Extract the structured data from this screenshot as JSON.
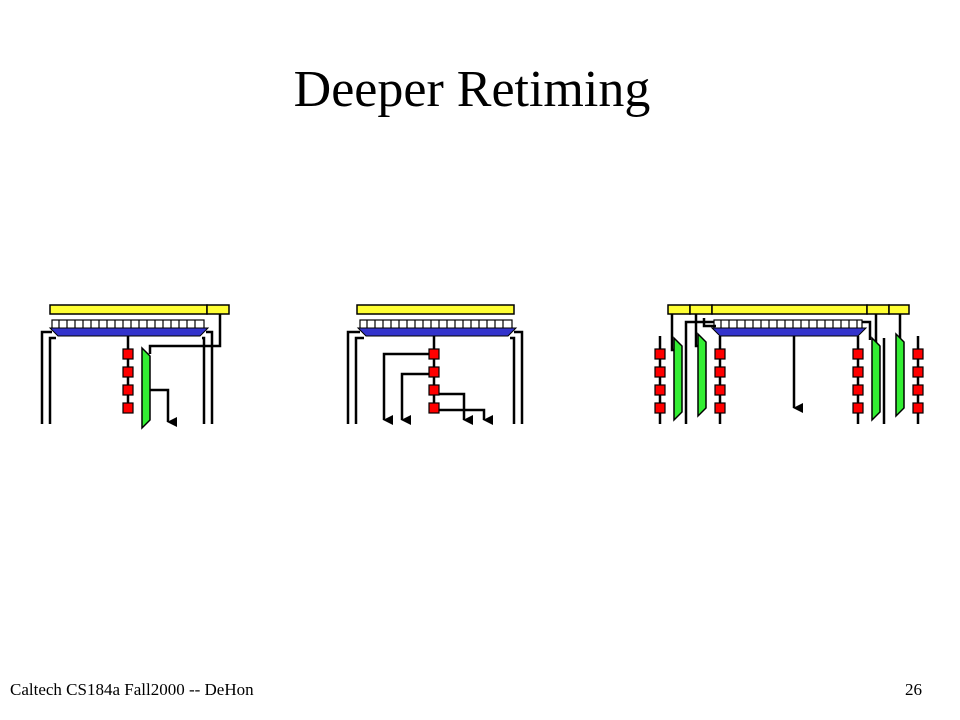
{
  "slide": {
    "title": "Deeper Retiming",
    "footer_left": "Caltech CS184a Fall2000 -- DeHon",
    "page_number": "26"
  },
  "colors": {
    "bus": "#ffff33",
    "switchbox": "#3333cc",
    "register": "#ff0000",
    "mux": "#33ee33",
    "wire": "#000000"
  },
  "diagram": {
    "panels": [
      {
        "name": "single-retiming-chain"
      },
      {
        "name": "tapped-register-chain"
      },
      {
        "name": "dual-retiming-chains"
      }
    ]
  }
}
